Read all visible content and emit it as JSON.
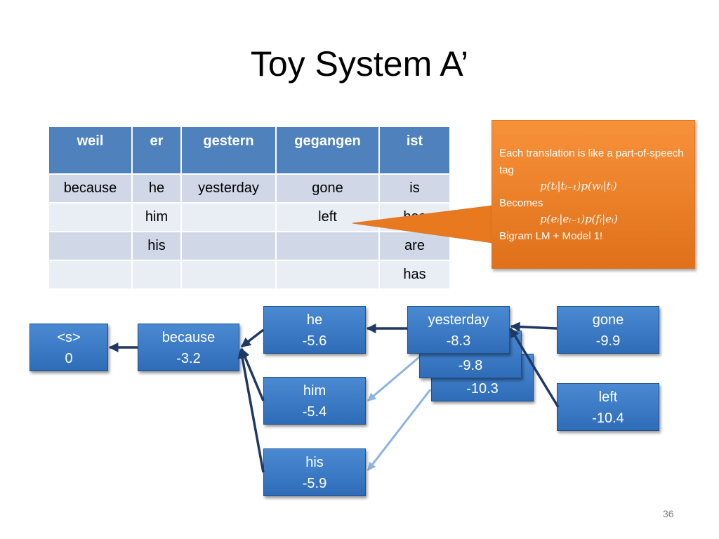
{
  "title": "Toy System A’",
  "table": {
    "headers": [
      "weil",
      "er",
      "gestern",
      "gegangen",
      "ist"
    ],
    "rows": [
      [
        "because",
        "he",
        "yesterday",
        "gone",
        "is"
      ],
      [
        "",
        "him",
        "",
        "left",
        "has"
      ],
      [
        "",
        "his",
        "",
        "",
        "are"
      ],
      [
        "",
        "",
        "",
        "",
        "has"
      ]
    ]
  },
  "callout": {
    "line1": "Each translation is like a part-of-speech tag",
    "formula1": "p(tᵢ|tᵢ₋₁)p(wᵢ|tᵢ)",
    "line2": "Becomes",
    "formula2": "p(eᵢ|eᵢ₋₁)p(fᵢ|eᵢ)",
    "line3": "Bigram LM + Model 1!"
  },
  "lattice": {
    "start": {
      "word": "<s>",
      "score": "0"
    },
    "because": {
      "word": "because",
      "score": "-3.2"
    },
    "he": {
      "word": "he",
      "score": "-5.6"
    },
    "him": {
      "word": "him",
      "score": "-5.4"
    },
    "his": {
      "word": "his",
      "score": "-5.9"
    },
    "yesterday": {
      "word": "yesterday",
      "score": "-8.3"
    },
    "yesterday2": {
      "score": "-9.8"
    },
    "yesterday3": {
      "score": "-10.3"
    },
    "gone": {
      "word": "gone",
      "score": "-9.9"
    },
    "left": {
      "word": "left",
      "score": "-10.4"
    }
  },
  "page_number": "36",
  "colors": {
    "header": "#4f81bd",
    "node": "#3a78c4",
    "callout": "#f08a2c",
    "best_edge": "#1f3864",
    "alt_edge": "#8db3e2"
  }
}
